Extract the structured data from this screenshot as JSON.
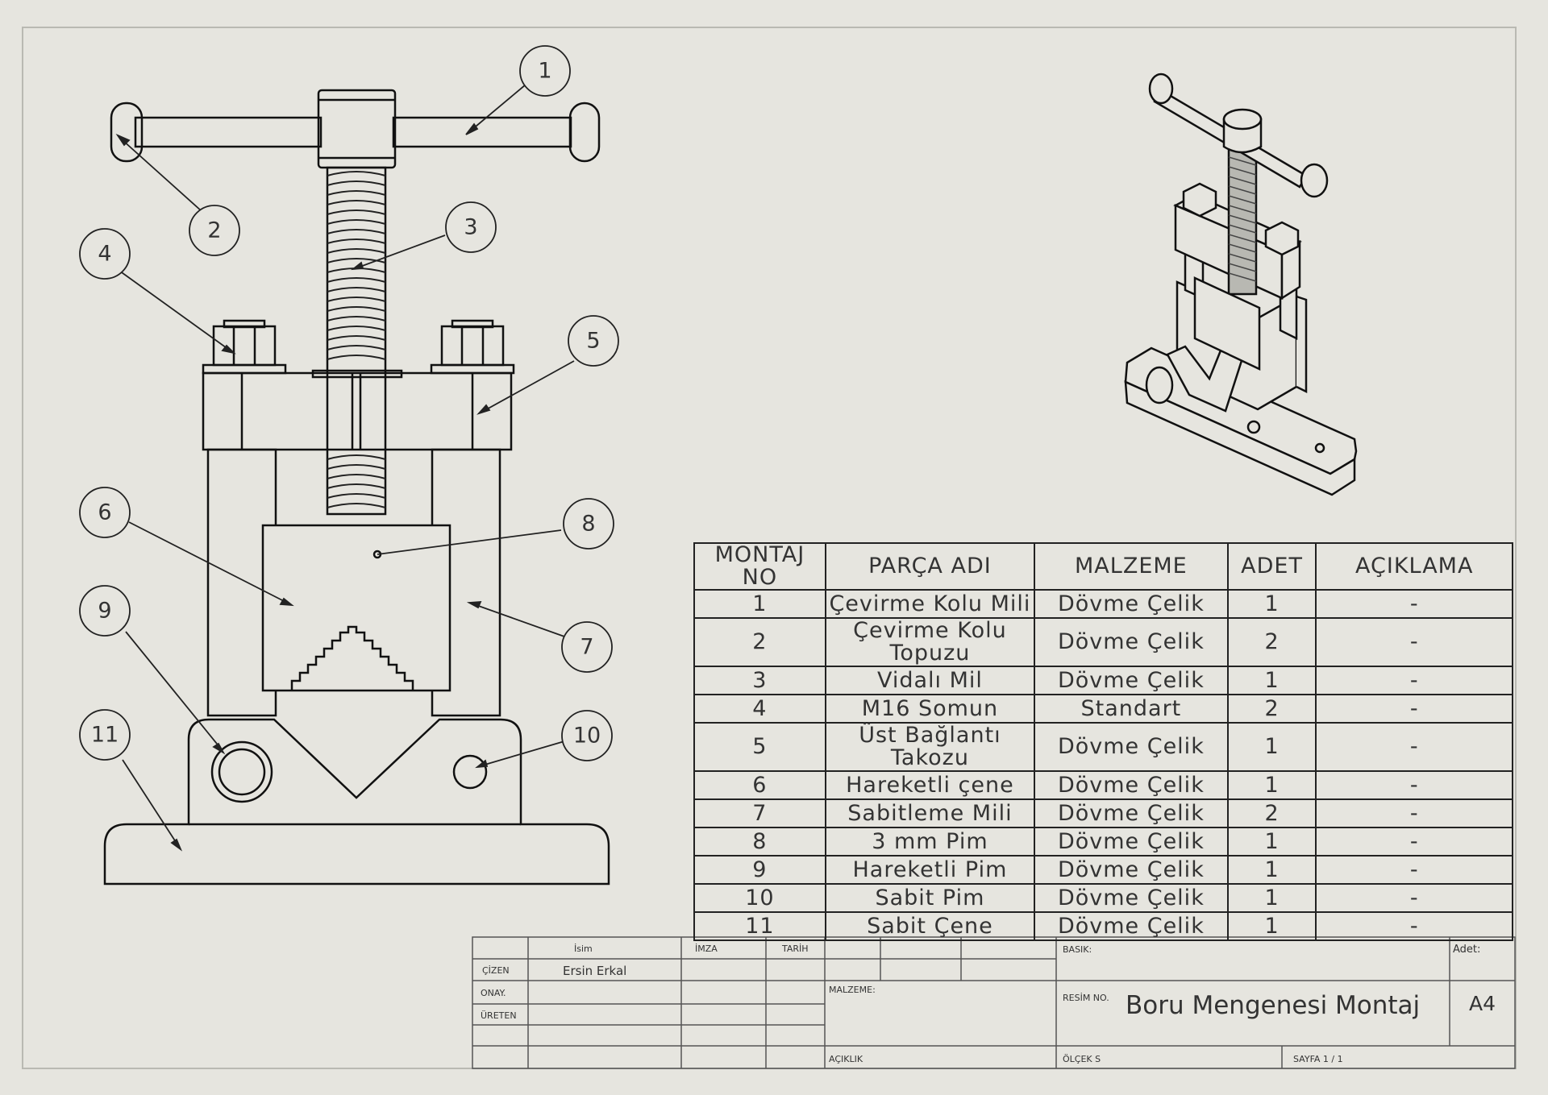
{
  "callouts": [
    {
      "num": "1"
    },
    {
      "num": "2"
    },
    {
      "num": "3"
    },
    {
      "num": "4"
    },
    {
      "num": "5"
    },
    {
      "num": "6"
    },
    {
      "num": "7"
    },
    {
      "num": "8"
    },
    {
      "num": "9"
    },
    {
      "num": "10"
    },
    {
      "num": "11"
    }
  ],
  "bom": {
    "headers": {
      "no": "MONTAJ NO",
      "part": "PARÇA ADI",
      "material": "MALZEME",
      "qty": "ADET",
      "note": "AÇIKLAMA"
    },
    "rows": [
      {
        "no": "1",
        "part": "Çevirme Kolu Mili",
        "material": "Dövme Çelik",
        "qty": "1",
        "note": "-"
      },
      {
        "no": "2",
        "part": "Çevirme Kolu Topuzu",
        "material": "Dövme Çelik",
        "qty": "2",
        "note": "-"
      },
      {
        "no": "3",
        "part": "Vidalı Mil",
        "material": "Dövme Çelik",
        "qty": "1",
        "note": "-"
      },
      {
        "no": "4",
        "part": "M16 Somun",
        "material": "Standart",
        "qty": "2",
        "note": "-"
      },
      {
        "no": "5",
        "part": "Üst Bağlantı Takozu",
        "material": "Dövme Çelik",
        "qty": "1",
        "note": "-"
      },
      {
        "no": "6",
        "part": "Hareketli çene",
        "material": "Dövme Çelik",
        "qty": "1",
        "note": "-"
      },
      {
        "no": "7",
        "part": "Sabitleme Mili",
        "material": "Dövme Çelik",
        "qty": "2",
        "note": "-"
      },
      {
        "no": "8",
        "part": "3 mm Pim",
        "material": "Dövme Çelik",
        "qty": "1",
        "note": "-"
      },
      {
        "no": "9",
        "part": "Hareketli Pim",
        "material": "Dövme Çelik",
        "qty": "1",
        "note": "-"
      },
      {
        "no": "10",
        "part": "Sabit Pim",
        "material": "Dövme Çelik",
        "qty": "1",
        "note": "-"
      },
      {
        "no": "11",
        "part": "Sabit Çene",
        "material": "Dövme Çelik",
        "qty": "1",
        "note": "-"
      }
    ]
  },
  "title_block": {
    "name_col": "İsim",
    "sign_col": "İMZA",
    "date_col": "TARİH",
    "drawn_label": "ÇİZEN",
    "drawn_name": "Ersin Erkal",
    "approved_label": "ONAY.",
    "produced_label": "ÜRETEN",
    "material_label": "MALZEME:",
    "edge_label": "AÇIKLIK",
    "print_label": "BASIK:",
    "qty_label": "Adet:",
    "drawing_no_label": "RESİM NO.",
    "drawing_title": "Boru Mengenesi Montaj",
    "sheet_size": "A4",
    "scale_label": "ÖLÇEK S",
    "page_label": "SAYFA 1 / 1"
  }
}
